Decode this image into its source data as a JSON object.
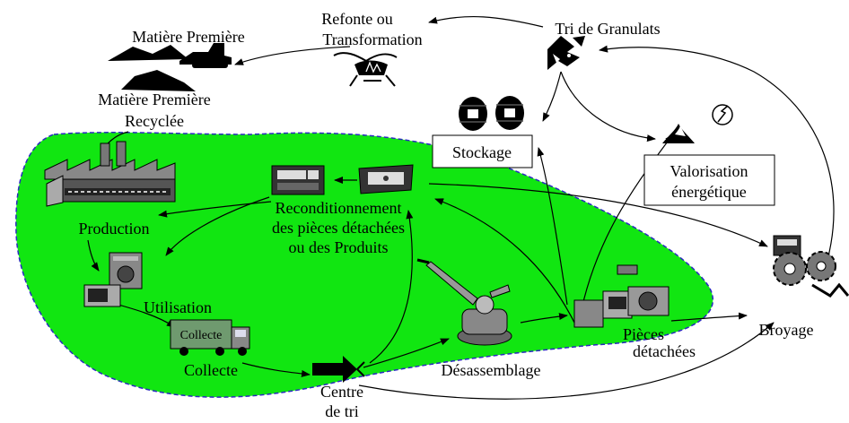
{
  "labels": {
    "matiere_premiere": "Matière Première",
    "refonte_line1": "Refonte ou",
    "refonte_line2": "Transformation",
    "tri_granulats": "Tri de Granulats",
    "mp_recyclee_line1": "Matière Première",
    "mp_recyclee_line2": "Recyclée",
    "stockage": "Stockage",
    "valorisation_line1": "Valorisation",
    "valorisation_line2": "énergétique",
    "recond_line1": "Reconditionnement",
    "recond_line2": "des pièces détachées",
    "recond_line3": "ou des Produits",
    "production": "Production",
    "utilisation": "Utilisation",
    "collecte_truck": "Collecte",
    "collecte": "Collecte",
    "centre_line1": "Centre",
    "centre_line2": "de tri",
    "desassemblage": "Désassemblage",
    "pieces_line1": "Pièces",
    "pieces_line2": "détachées",
    "broyage": "Broyage"
  },
  "colors": {
    "zone_fill": "#11e611",
    "zone_border": "#2a2ac0",
    "truck_box": "#6f9a6f",
    "truck_text": "#1a1aa0"
  },
  "icons": {
    "matiere_premiere": "mining-heap-bulldozer-icon",
    "refonte": "melting-pot-fire-icon",
    "tri_granulats": "granulate-sorting-icon",
    "stockage": "barrels-icon",
    "valorisation": "energy-burner-icon",
    "production": "factory-icon",
    "recond": "reconditioning-devices-icon",
    "utilisation": "appliances-icon",
    "collecte": "truck-icon",
    "centre_tri": "sorting-arrow-icon",
    "desassemblage": "robot-arm-icon",
    "pieces": "spare-parts-icon",
    "broyage": "shredder-gears-icon"
  }
}
